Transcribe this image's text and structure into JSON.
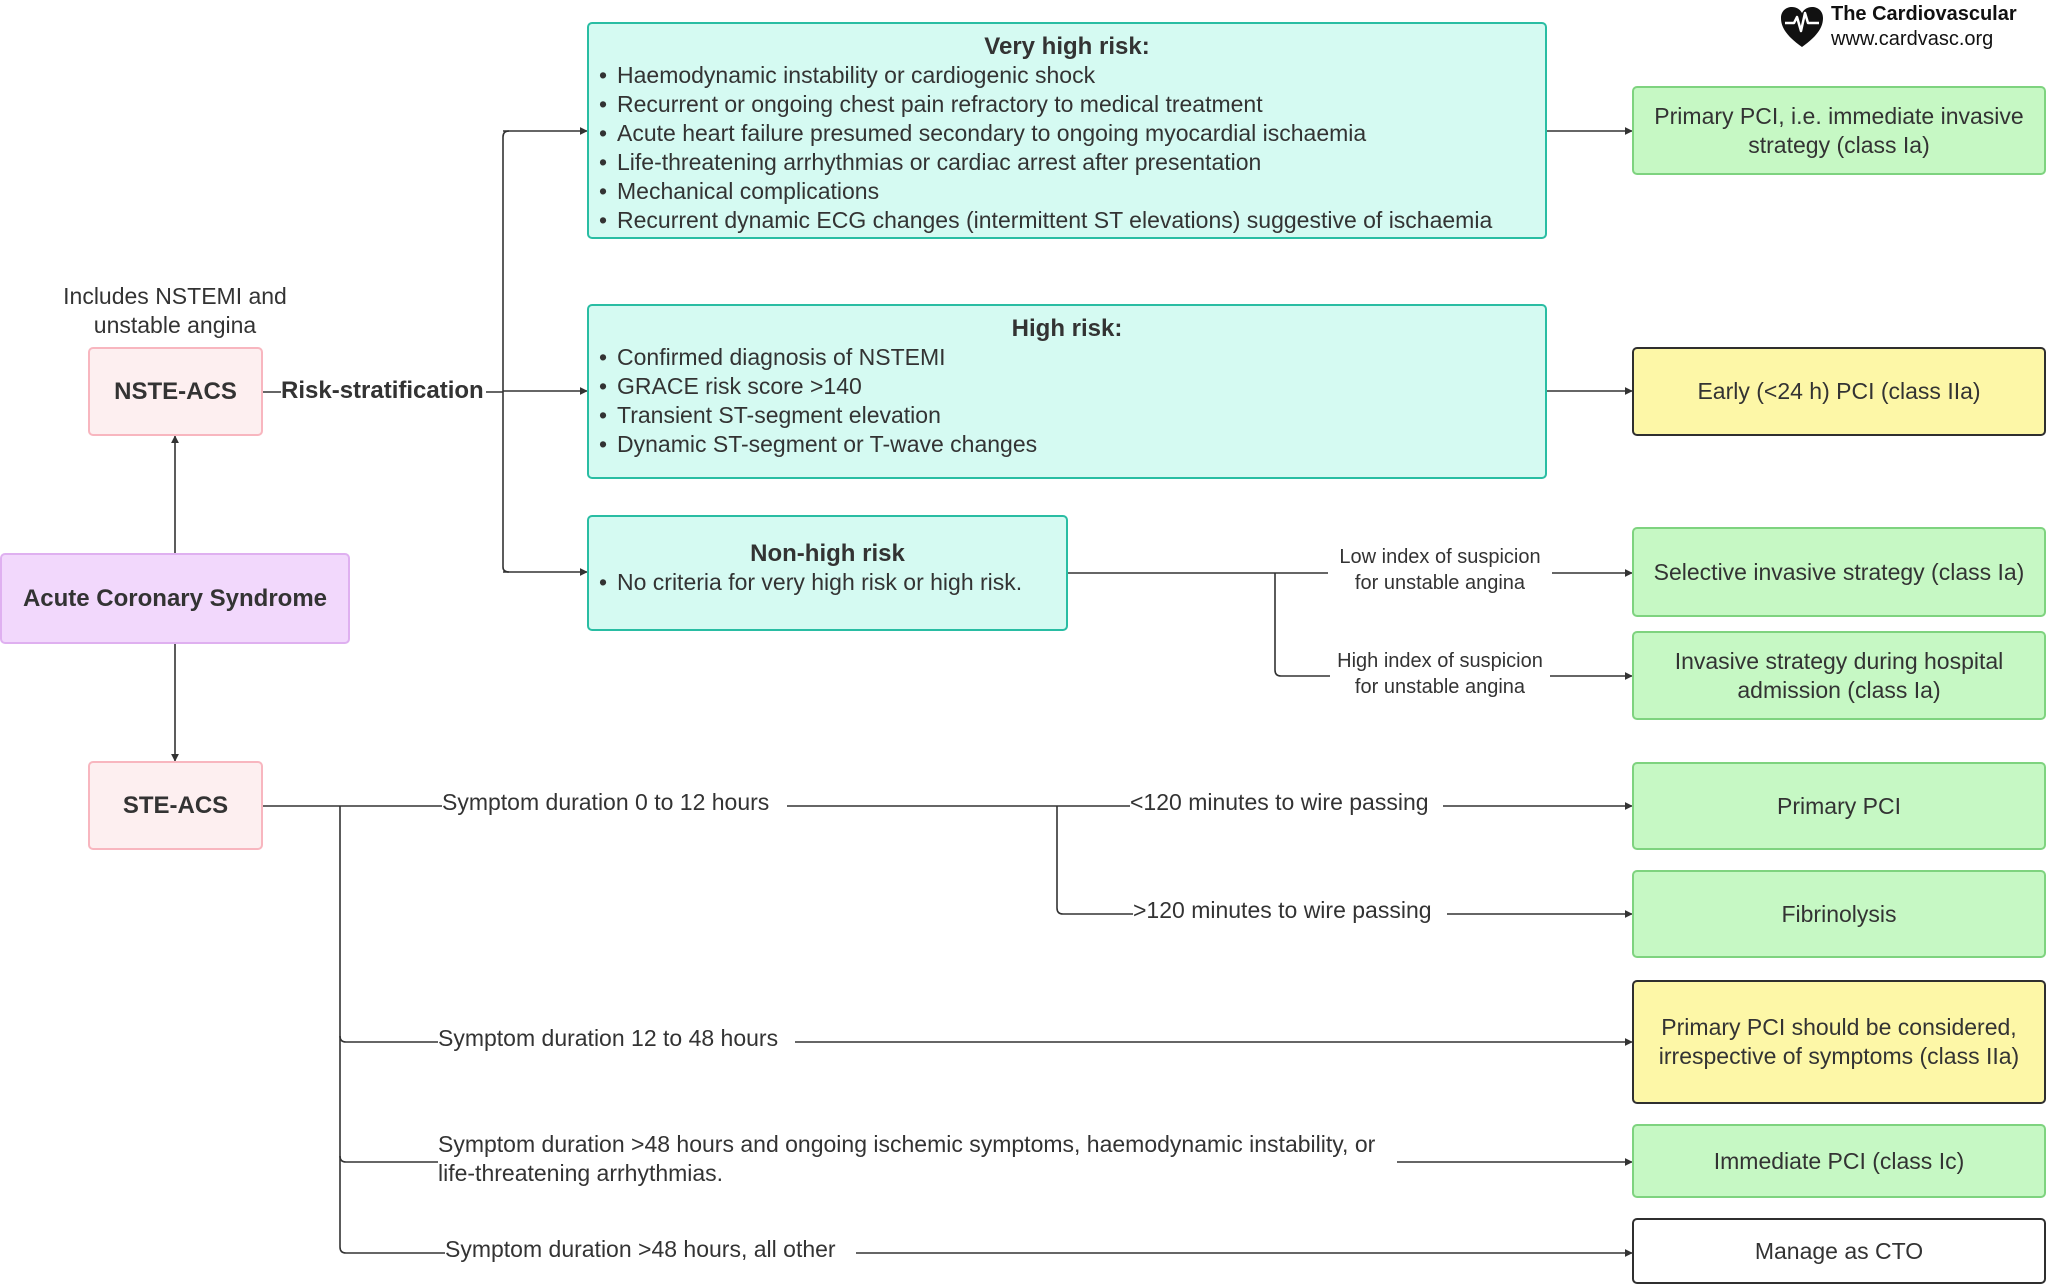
{
  "brand": {
    "name": "The Cardiovascular",
    "url": "www.cardvasc.org",
    "icon": "heart-pulse-icon"
  },
  "nodes": {
    "acs": "Acute Coronary Syndrome",
    "nste": "NSTE-ACS",
    "nste_note": "Includes NSTEMI and unstable angina",
    "ste": "STE-ACS"
  },
  "risk_stratification": "Risk-stratification",
  "risk_groups": [
    {
      "title": "Very high risk:",
      "items": [
        "Haemodynamic instability or cardiogenic shock",
        "Recurrent or ongoing chest pain refractory to medical treatment",
        "Acute heart failure presumed secondary to ongoing myocardial ischaemia",
        "Life-threatening arrhythmias or cardiac arrest after presentation",
        "Mechanical complications",
        "Recurrent dynamic ECG changes (intermittent ST elevations) suggestive of ischaemia"
      ]
    },
    {
      "title": "High risk:",
      "items": [
        "Confirmed diagnosis of NSTEMI",
        "GRACE risk score >140",
        "Transient ST-segment elevation",
        "Dynamic ST-segment or T-wave changes"
      ]
    },
    {
      "title": "Non-high risk",
      "items": [
        "No criteria for very high risk or high risk."
      ]
    }
  ],
  "suspicion": {
    "low": "Low index of suspicion for unstable angina",
    "high": "High index of suspicion for unstable angina"
  },
  "ste_paths": {
    "d0_12": "Symptom duration 0 to 12 hours",
    "lt120": "<120 minutes to wire passing",
    "gt120": ">120 minutes to wire passing",
    "d12_48": "Symptom duration 12 to 48 hours",
    "gt48_ischemic": "Symptom duration >48 hours and ongoing ischemic symptoms, haemodynamic instability, or life-threatening arrhythmias.",
    "gt48_other": "Symptom duration >48 hours, all other"
  },
  "outcomes": {
    "very_high": "Primary PCI, i.e. immediate invasive strategy (class Ia)",
    "high": "Early (<24 h) PCI (class IIa)",
    "selective": "Selective invasive strategy (class Ia)",
    "during_admission": "Invasive strategy during hospital admission (class Ia)",
    "primary_pci": "Primary PCI",
    "fibrinolysis": "Fibrinolysis",
    "considered": "Primary PCI should be considered, irrespective of symptoms (class IIa)",
    "immediate": "Immediate PCI (class Ic)",
    "cto": "Manage as CTO"
  },
  "colors": {
    "line": "#333333",
    "teal_fill": "#d5faf2",
    "teal_border": "#29bda3",
    "green_fill": "#c6f8c4",
    "green_border": "#7ed37f",
    "yellow_fill": "#fdf7a7",
    "pink_fill": "#fdeff0",
    "pink_border": "#f8b6bf",
    "purple_fill": "#f2d8fc",
    "purple_border": "#dfb0f0"
  }
}
